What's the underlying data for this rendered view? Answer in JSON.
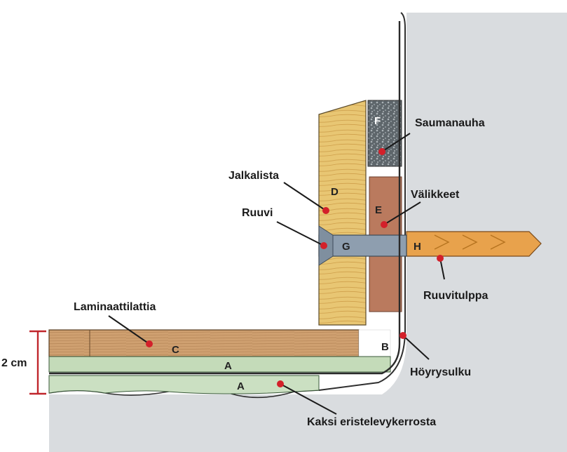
{
  "callouts": {
    "saumanauha": "Saumanauha",
    "jalkalista": "Jalkalista",
    "valikkeet": "Välikkeet",
    "ruuvi": "Ruuvi",
    "laminaattilattia": "Laminaattilattia",
    "ruuvitulppa": "Ruuvitulppa",
    "hoyrysulku": "Höyrysulku",
    "eristelevyt": "Kaksi eristelevykerrosta"
  },
  "parts": {
    "A": "A",
    "A2": "A",
    "B": "B",
    "C": "C",
    "D": "D",
    "E": "E",
    "F": "F",
    "G": "G",
    "H": "H"
  },
  "scale": {
    "label": "2 cm"
  },
  "colors": {
    "wall": "#d7dadd",
    "wall_edge": "#3a3a3a",
    "wood": "#e7c46e",
    "laminate": "#c99a6b",
    "spacer": "#b8735a",
    "foam": "#6f767b",
    "insulation": "#c2d9b8",
    "screw": "#8a9aaa",
    "plug": "#e7a04a",
    "marker": "#d3202a",
    "scale_bar": "#c0262c"
  }
}
